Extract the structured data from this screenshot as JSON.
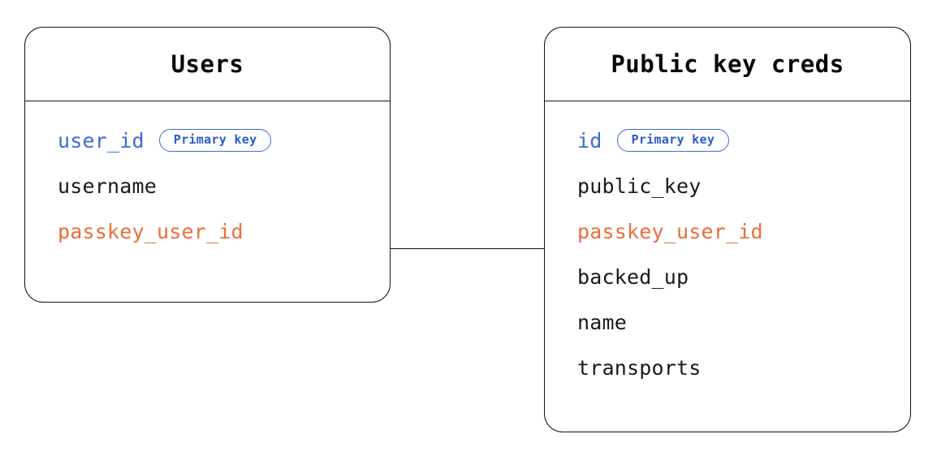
{
  "diagram": {
    "type": "entity-relationship-diagram",
    "background_color": "#ffffff",
    "colors": {
      "primary_key": "#3d6ad6",
      "foreign_key": "#ee6c3a",
      "text": "#1a1a1a",
      "border": "#121212"
    },
    "entities": [
      {
        "id": "users",
        "title": "Users",
        "attributes": [
          {
            "name": "user_id",
            "role": "pk",
            "badge": "Primary key"
          },
          {
            "name": "username",
            "role": "plain",
            "badge": null
          },
          {
            "name": "passkey_user_id",
            "role": "fk",
            "badge": null
          }
        ]
      },
      {
        "id": "public_key_creds",
        "title": "Public key creds",
        "attributes": [
          {
            "name": "id",
            "role": "pk",
            "badge": "Primary key"
          },
          {
            "name": "public_key",
            "role": "plain",
            "badge": null
          },
          {
            "name": "passkey_user_id",
            "role": "fk",
            "badge": null
          },
          {
            "name": "backed_up",
            "role": "plain",
            "badge": null
          },
          {
            "name": "name",
            "role": "plain",
            "badge": null
          },
          {
            "name": "transports",
            "role": "plain",
            "badge": null
          }
        ]
      }
    ],
    "relationships": [
      {
        "from_entity": "users",
        "from_attribute": "passkey_user_id",
        "to_entity": "public_key_creds",
        "to_attribute": "passkey_user_id",
        "style": "solid-line"
      }
    ]
  }
}
